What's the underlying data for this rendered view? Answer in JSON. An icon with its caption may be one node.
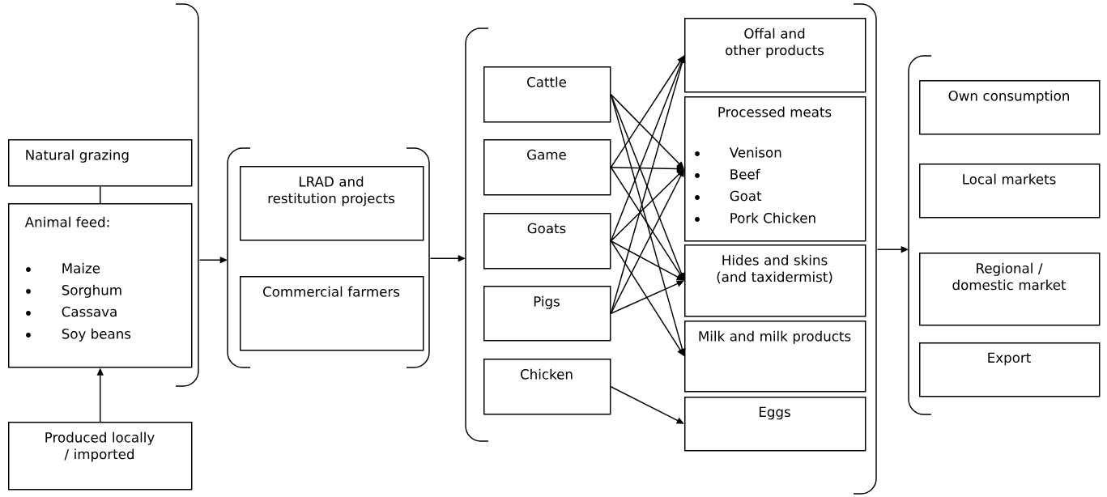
{
  "diagram": {
    "nodes": [
      {
        "text": [],
        "shape": "bracket"
      },
      {
        "text": [
          "Natural grazing"
        ]
      },
      {
        "text": [
          "Animal feed:",
          "Maize",
          "Sorghum",
          "Cassava",
          "Soy beans"
        ]
      },
      {
        "text": [
          "Produced locally / imported"
        ]
      },
      {
        "text": [],
        "shape": "bracket"
      },
      {
        "text": [
          "LRAD and restitution projects"
        ],
        "in": 4
      },
      {
        "text": [
          "Commercial farmers"
        ],
        "in": 4
      },
      {
        "text": [],
        "shape": "bracket"
      },
      {
        "text": [
          "Cattle"
        ],
        "in": 7
      },
      {
        "text": [
          "Game"
        ],
        "in": 7
      },
      {
        "text": [
          "Goats"
        ],
        "in": 7
      },
      {
        "text": [
          "Pigs"
        ],
        "in": 7
      },
      {
        "text": [
          "Chicken"
        ],
        "in": 7
      },
      {
        "text": [
          "Offal and other products"
        ],
        "in": 7
      },
      {
        "text": [
          "Processed meats",
          "Venison",
          "Beef",
          "Goat",
          "Pork Chicken"
        ],
        "in": 7
      },
      {
        "text": [
          "Hides and skins (and taxidermist)"
        ],
        "in": 7
      },
      {
        "text": [
          "Milk and milk products"
        ],
        "in": 7
      },
      {
        "text": [
          "Eggs"
        ],
        "in": 7
      },
      {
        "text": [],
        "shape": "bracket"
      },
      {
        "text": [
          "Own consumption"
        ]
      },
      {
        "text": [
          "Local markets"
        ]
      },
      {
        "text": [
          "Regional / domestic market"
        ]
      },
      {
        "text": [
          "Export"
        ]
      }
    ],
    "edges": [
      {
        "from": 1,
        "to": 2,
        "arrow": "none"
      },
      {
        "from": 3,
        "to": 2,
        "arrow": "to"
      },
      {
        "from": 0,
        "to": 4,
        "arrow": "to"
      },
      {
        "from": 4,
        "to": 7,
        "arrow": "to"
      },
      {
        "from": 8,
        "to": 14,
        "arrow": "to"
      },
      {
        "from": 8,
        "to": 15,
        "arrow": "to"
      },
      {
        "from": 8,
        "to": 16,
        "arrow": "to"
      },
      {
        "from": 9,
        "to": 13,
        "arrow": "to"
      },
      {
        "from": 9,
        "to": 14,
        "arrow": "to"
      },
      {
        "from": 9,
        "to": 15,
        "arrow": "to"
      },
      {
        "from": 10,
        "to": 13,
        "arrow": "to"
      },
      {
        "from": 10,
        "to": 14,
        "arrow": "to"
      },
      {
        "from": 10,
        "to": 15,
        "arrow": "to"
      },
      {
        "from": 10,
        "to": 16,
        "arrow": "to"
      },
      {
        "from": 11,
        "to": 13,
        "arrow": "to"
      },
      {
        "from": 11,
        "to": 14,
        "arrow": "to"
      },
      {
        "from": 11,
        "to": 15,
        "arrow": "to"
      },
      {
        "from": 12,
        "to": 17,
        "arrow": "to"
      },
      {
        "from": 7,
        "to": 18,
        "arrow": "to"
      }
    ]
  }
}
